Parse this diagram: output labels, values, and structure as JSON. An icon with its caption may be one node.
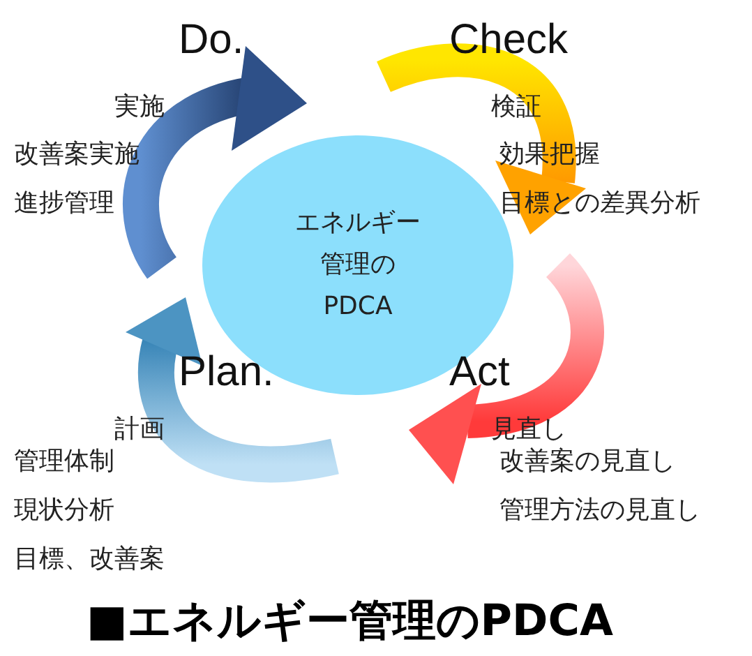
{
  "diagram": {
    "caption": "■エネルギー管理のPDCA",
    "nodes": [
      {
        "text": [
          "エネルギー管理のPDCA"
        ]
      }
    ],
    "labels": [
      "Do.",
      "Check",
      "実施",
      "検証",
      "改善案実施",
      "効果把握",
      "進捗管理",
      "目標との差異分析",
      "Plan.",
      "Act",
      "計画",
      "見直し",
      "管理体制",
      "改善案の見直し",
      "現状分析",
      "管理方法の見直し",
      "目標、改善案"
    ]
  }
}
